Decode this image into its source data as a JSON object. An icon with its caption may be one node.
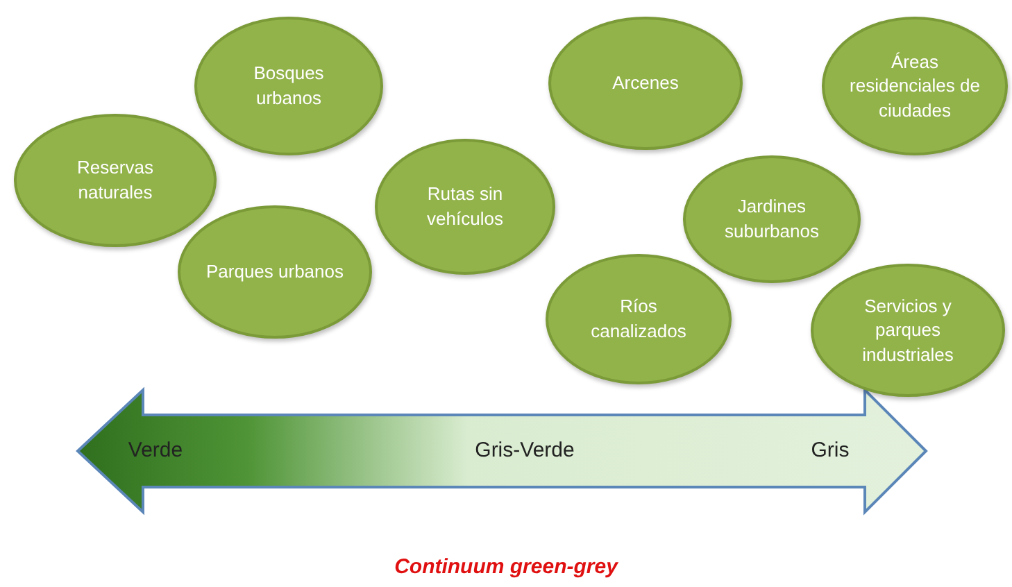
{
  "diagram": {
    "caption": "Continuum green-grey",
    "nodes": [
      {
        "text": [
          "Reservas naturales"
        ]
      },
      {
        "text": [
          "Bosques urbanos"
        ]
      },
      {
        "text": [
          "Parques urbanos"
        ]
      },
      {
        "text": [
          "Rutas sin vehículos"
        ]
      },
      {
        "text": [
          "Arcenes"
        ]
      },
      {
        "text": [
          "Ríos canalizados"
        ]
      },
      {
        "text": [
          "Jardines suburbanos"
        ]
      },
      {
        "text": [
          "Áreas residenciales de ciudades"
        ]
      },
      {
        "text": [
          "Servicios y parques industriales"
        ]
      }
    ],
    "labels": [
      "Verde",
      "Gris-Verde",
      "Gris"
    ]
  }
}
